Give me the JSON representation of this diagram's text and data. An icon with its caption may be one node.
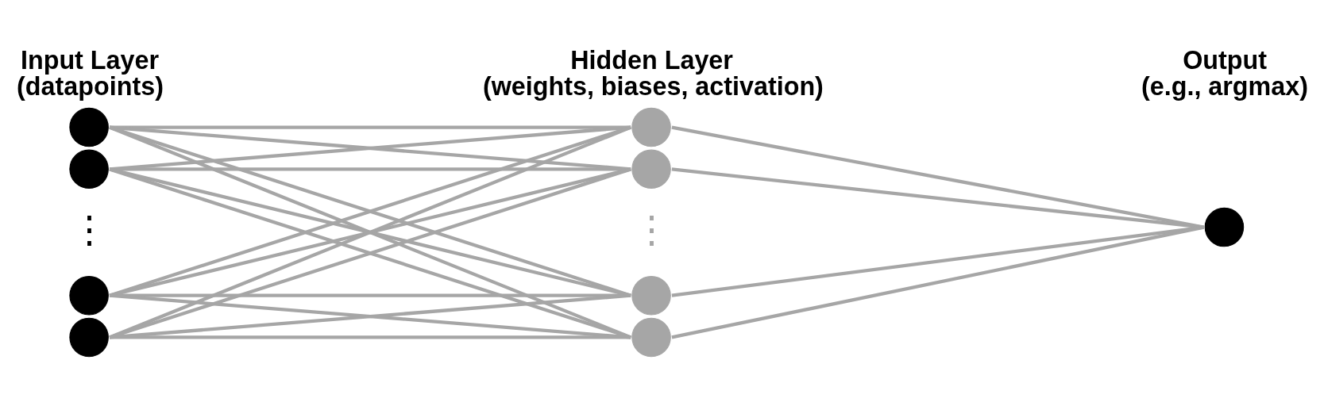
{
  "diagram": {
    "nodes": [
      {
        "text": [],
        "shape": "circle"
      },
      {
        "text": [],
        "shape": "circle"
      },
      {
        "text": [],
        "shape": "circle"
      },
      {
        "text": [],
        "shape": "circle"
      },
      {
        "text": [],
        "shape": "circle"
      },
      {
        "text": [],
        "shape": "circle"
      },
      {
        "text": [],
        "shape": "circle"
      },
      {
        "text": [],
        "shape": "circle"
      },
      {
        "text": [],
        "shape": "circle"
      }
    ],
    "edges": [
      {
        "from": 0,
        "to": 4,
        "arrow": "none"
      },
      {
        "from": 0,
        "to": 5,
        "arrow": "none"
      },
      {
        "from": 0,
        "to": 6,
        "arrow": "none"
      },
      {
        "from": 0,
        "to": 7,
        "arrow": "none"
      },
      {
        "from": 1,
        "to": 4,
        "arrow": "none"
      },
      {
        "from": 1,
        "to": 5,
        "arrow": "none"
      },
      {
        "from": 1,
        "to": 6,
        "arrow": "none"
      },
      {
        "from": 1,
        "to": 7,
        "arrow": "none"
      },
      {
        "from": 2,
        "to": 4,
        "arrow": "none"
      },
      {
        "from": 2,
        "to": 5,
        "arrow": "none"
      },
      {
        "from": 2,
        "to": 6,
        "arrow": "none"
      },
      {
        "from": 2,
        "to": 7,
        "arrow": "none"
      },
      {
        "from": 3,
        "to": 4,
        "arrow": "none"
      },
      {
        "from": 3,
        "to": 5,
        "arrow": "none"
      },
      {
        "from": 3,
        "to": 6,
        "arrow": "none"
      },
      {
        "from": 3,
        "to": 7,
        "arrow": "none"
      },
      {
        "from": 4,
        "to": 8,
        "arrow": "none"
      },
      {
        "from": 5,
        "to": 8,
        "arrow": "none"
      },
      {
        "from": 6,
        "to": 8,
        "arrow": "none"
      },
      {
        "from": 7,
        "to": 8,
        "arrow": "none"
      }
    ],
    "labels": [
      "Input Layer (datapoints)",
      "Hidden Layer (weights, biases, activation)",
      "Output (e.g., argmax)",
      "⋮",
      "⋮"
    ]
  }
}
